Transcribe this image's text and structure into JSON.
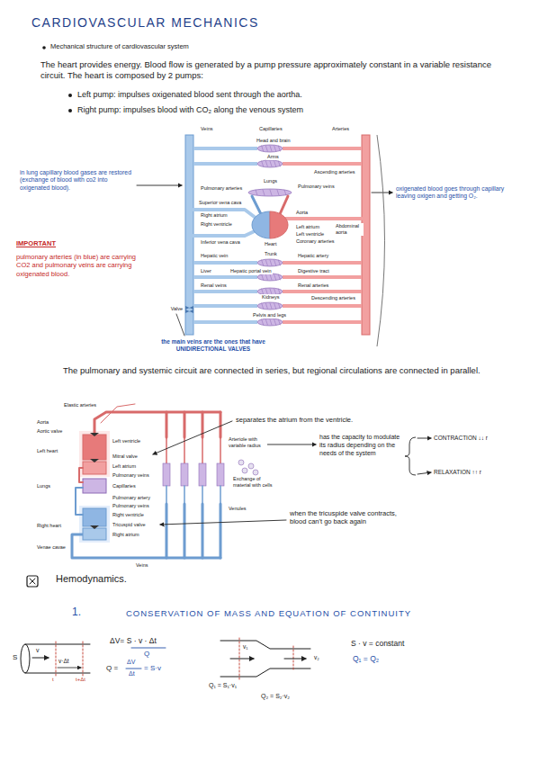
{
  "diagram": {
    "title": "CARDIOVASCULAR MECHANICS",
    "labels": [
      "Mechanical structure of cardiovascular system",
      "The heart provides energy. Blood flow is generated by a pump pressure approximately constant in a variable resistance circuit. The heart is composed by 2 pumps:",
      "Left pump: impulses oxigenated blood sent through the aortha.",
      "Right pump: impulses blood with CO₂ along the venous system",
      "Veins",
      "Capillaries",
      "Arteries",
      "Head and brain",
      "Arms",
      "Ascending arteries",
      "Lungs",
      "Pulmonary veins",
      "Pulmonary arteries",
      "Superior vena cava",
      "Aorta",
      "Right atrium",
      "Right ventricle",
      "Left atrium",
      "Abdominal aorta",
      "Left ventricle",
      "Coronary arteries",
      "Inferior vena cava",
      "Heart",
      "Trunk",
      "Hepatic vein",
      "Hepatic artery",
      "Liver",
      "Hepatic portal vein",
      "Digestive tract",
      "Renal veins",
      "Renal arteries",
      "Kidneys",
      "Descending arteries",
      "Valve",
      "Pelvis and legs",
      "in lung capillary blood gases are restored (exchange of blood with co2 into oxigenated blood).",
      "IMPORTANT",
      "pulmonary arteries (in blue) are carrying CO2 and pulmonary veins are carrying oxigenated blood.",
      "oxigenated blood goes through capillary leaving oxigen and getting O₂.",
      "the main veins are the ones that have UNIDIRECTIONAL VALVES",
      "The pulmonary and systemic circuit are connected in series, but regional circulations are connected in parallel.",
      "Elastic arteries",
      "Aorta",
      "Aortic valve",
      "Left heart",
      "Left ventricle",
      "Mitral valve",
      "Left atrium",
      "Pulmonary veins",
      "Lungs",
      "Capillaries",
      "Pulmonary artery",
      "Pulmonary veins",
      "Right heart",
      "Right ventricle",
      "Tricuspid valve",
      "Right atrium",
      "Venae cavae",
      "Veins",
      "Arteriole with variable radius",
      "Exchange of material with cells",
      "Venules",
      "separates the atrium from the ventricle.",
      "has the capacity to modulate its radius depending on the needs of the system",
      "CONTRACTION ↓↓ r",
      "RELAXATION ↑↑ r",
      "when the tricuspide valve contracts, blood can't go back again",
      "Hemodynamics.",
      "1.",
      "CONSERVATION OF MASS AND EQUATION OF CONTINUITY",
      "S",
      "v",
      "v·Δt",
      "t",
      "t+Δt",
      "ΔV= S · v · Δt",
      "Q",
      "Q =",
      "ΔV",
      "Δt",
      "= S·v",
      "v₁",
      "v₂",
      "Q₁ = S₁·v₁",
      "Q₂ = S₂·v₂",
      "S · v = constant",
      "Q₁ = Q₂"
    ]
  }
}
